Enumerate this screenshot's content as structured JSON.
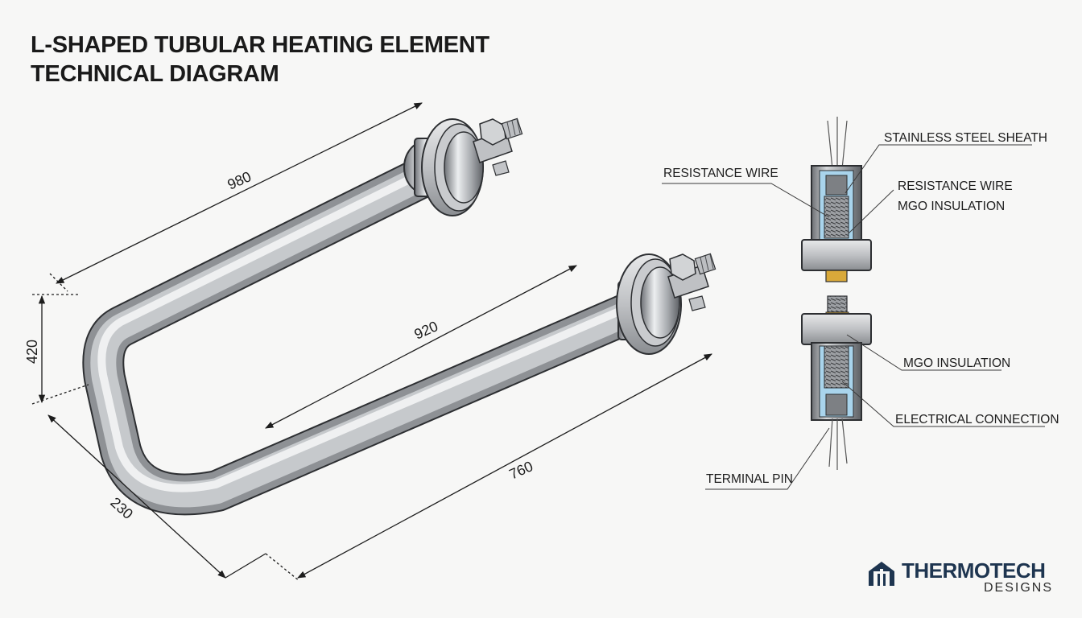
{
  "title": {
    "line1": "L-SHAPED TUBULAR HEATING ELEMENT",
    "line2": "TECHNICAL DIAGRAM"
  },
  "dimensions": {
    "top_length": "980",
    "inner_length": "920",
    "height": "420",
    "bottom_length": "760",
    "bend_depth": "230"
  },
  "callouts": {
    "stainless_steel_sheath": "STAINLESS STEEL SHEATH",
    "resistance_wire_left": "RESISTANCE WIRE",
    "resistance_wire_right": "RESISTANCE WIRE",
    "mgo_insulation_upper": "MGO INSULATION",
    "mgo_insulation_lower": "MGO INSULATION",
    "electrical_connection": "ELECTRICAL CONNECTION",
    "terminal_pin": "TERMINAL PIN"
  },
  "logo": {
    "brand": "THERMOTECH",
    "sub": "DESIGNS"
  },
  "colors": {
    "tube": "#b9bcc0",
    "insulation": "#a9d4ec",
    "brass": "#d9a93a",
    "logo_blue": "#1e3550"
  }
}
